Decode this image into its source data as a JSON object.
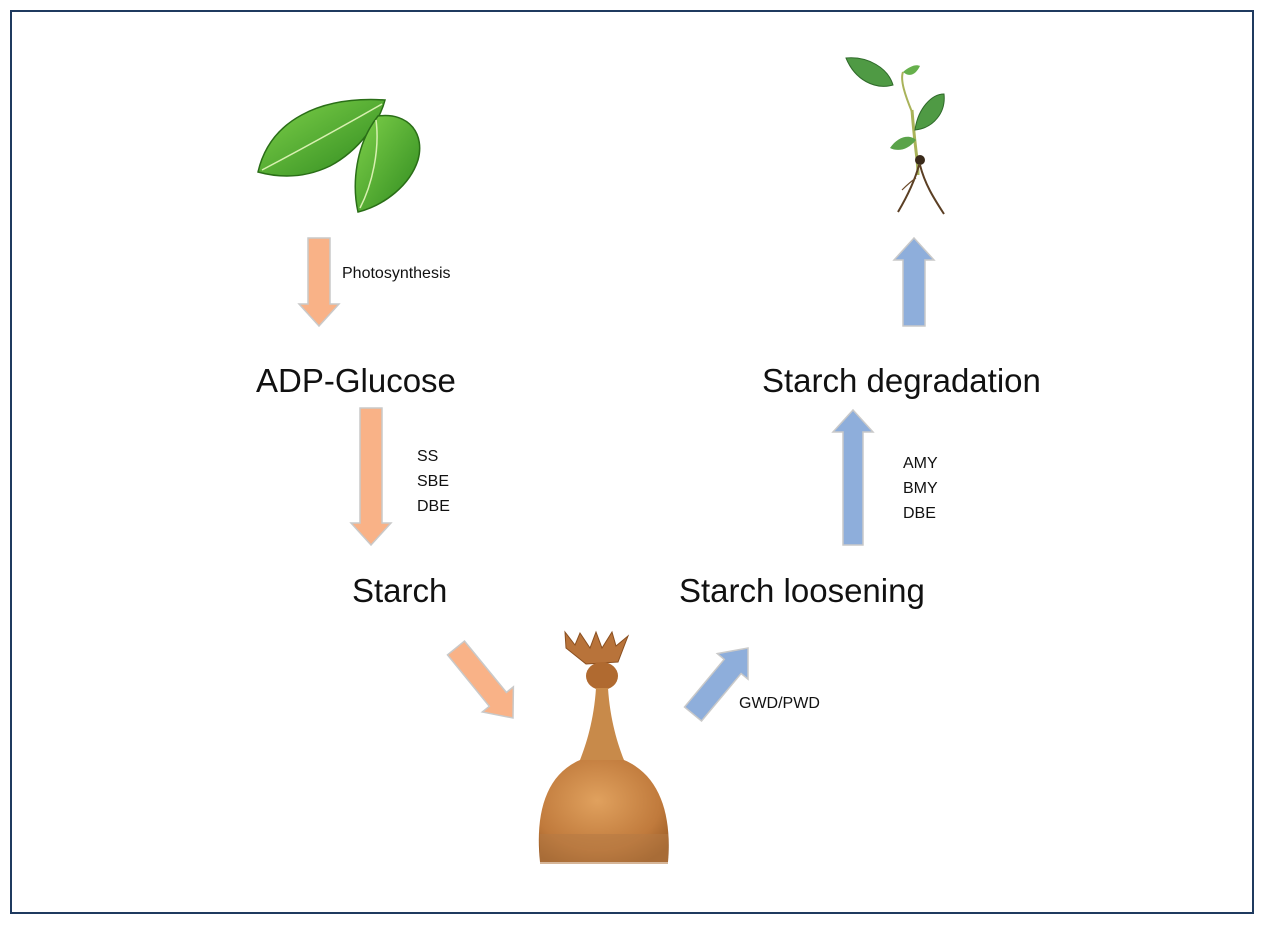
{
  "stages": {
    "adp_glucose": "ADP-Glucose",
    "starch": "Starch",
    "starch_loosening": "Starch loosening",
    "starch_degradation": "Starch degradation"
  },
  "enzymes": {
    "photosynthesis": "Photosynthesis",
    "synthesis": [
      "SS",
      "SBE",
      "DBE"
    ],
    "loosening": "GWD/PWD",
    "degradation": [
      "AMY",
      "BMY",
      "DBE"
    ]
  },
  "colors": {
    "synthesis_arrow": "#f9b287",
    "degradation_arrow": "#8eaedb",
    "frame": "#1f3a5f"
  },
  "icons": {
    "leaf": "leaf-illustration",
    "seedling": "seedling-illustration",
    "tuber": "tuber-illustration"
  }
}
